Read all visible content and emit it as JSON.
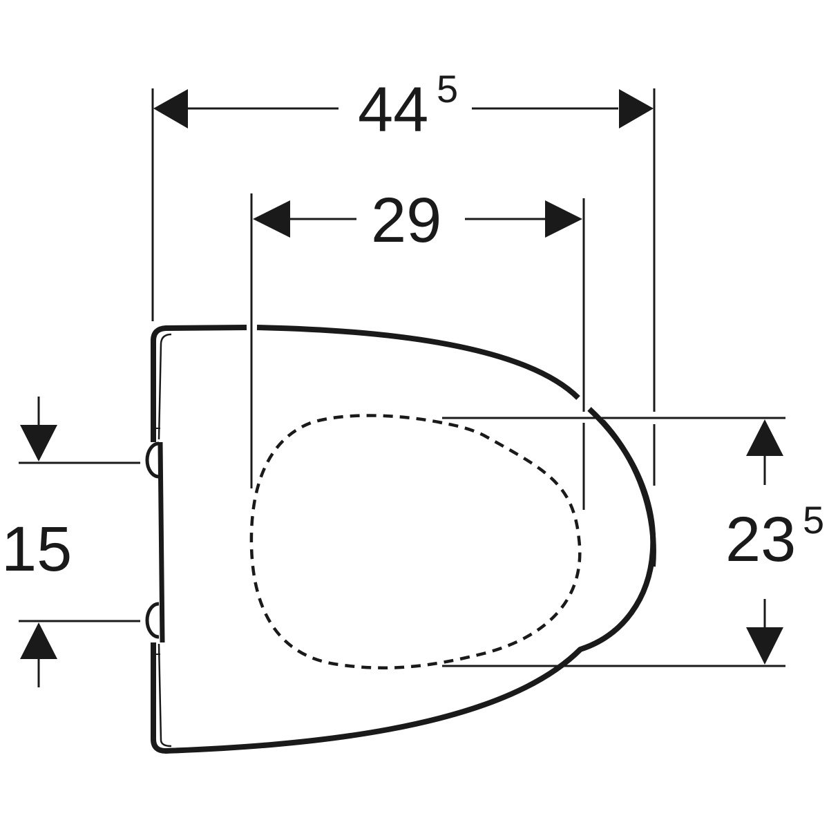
{
  "title": "Toilet seat dimension drawing (top view)",
  "colors": {
    "line": "#1a1a1a",
    "background": "#ffffff"
  },
  "dimensions": {
    "overall_length": {
      "main": "44",
      "sup": "5",
      "value_cm": 44.5
    },
    "opening_length": {
      "main": "29",
      "value_cm": 29
    },
    "opening_width": {
      "main": "23",
      "sup": "5",
      "value_cm": 23.5
    },
    "hinge_spacing": {
      "main": "15",
      "value_cm": 15
    }
  }
}
